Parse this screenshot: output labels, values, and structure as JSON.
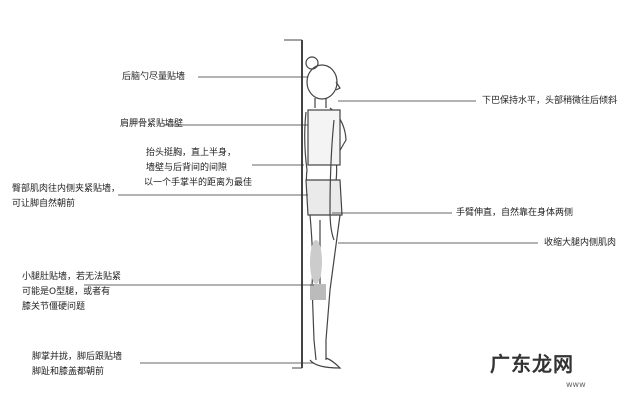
{
  "labels": {
    "head": "后脑勺尽量贴墙",
    "shoulder": "肩胛骨紧贴墙壁",
    "chest": [
      "抬头挺胸，直上半身，",
      "墙壁与后背间的间隙",
      "以一个手掌半的距离为最佳"
    ],
    "hip": [
      "臀部肌肉往内侧夹紧贴墙，",
      "可让脚自然朝前"
    ],
    "calf": [
      "小腿肚贴墙，若无法贴紧",
      "可能是O型腿，或者有",
      "膝关节僵硬问题"
    ],
    "feet": [
      "脚掌并拢，脚后跟贴墙",
      "脚趾和膝盖都朝前"
    ],
    "chin": "下巴保持水平，头部稍微往后倾斜",
    "arm": "手臂伸直，自然靠在身体两侧",
    "thigh": "收缩大腿内侧肌肉"
  },
  "watermark": {
    "text": "广东龙网",
    "sub": "www"
  },
  "colors": {
    "line": "#333333",
    "wall": "#444444"
  }
}
